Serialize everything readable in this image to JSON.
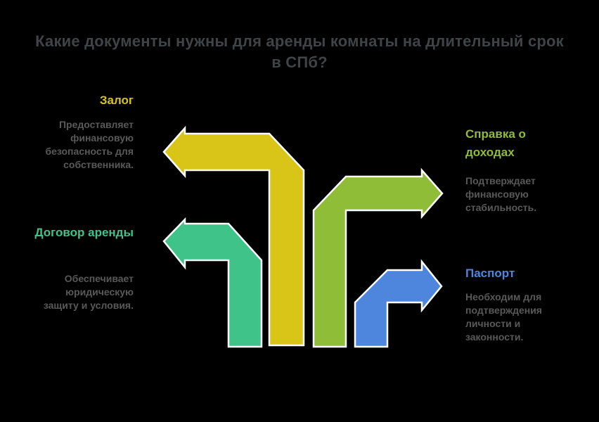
{
  "title": "Какие документы нужны для аренды комнаты на длительный срок в СПб?",
  "colors": {
    "background": "#000000",
    "title_text": "#3f4447",
    "body_text": "#595959",
    "arrow_outline": "#ffffff",
    "deposit": "#d8c517",
    "contract": "#3fc389",
    "income": "#8fbd37",
    "passport": "#4e86de"
  },
  "items": [
    {
      "id": "deposit",
      "heading": "Залог",
      "description": "Предоставляет финансовую безопасность для собственника.",
      "color": "#d8c517",
      "side": "left"
    },
    {
      "id": "contract",
      "heading": "Договор аренды",
      "description": "Обеспечивает юридическую защиту и условия.",
      "color": "#3fc389",
      "side": "left"
    },
    {
      "id": "income",
      "heading": "Справка о доходах",
      "description": "Подтверждает финансовую стабильность.",
      "color": "#8fbd37",
      "side": "right"
    },
    {
      "id": "passport",
      "heading": "Паспорт",
      "description": "Необходим для подтверждения личности и законности.",
      "color": "#4e86de",
      "side": "right"
    }
  ]
}
